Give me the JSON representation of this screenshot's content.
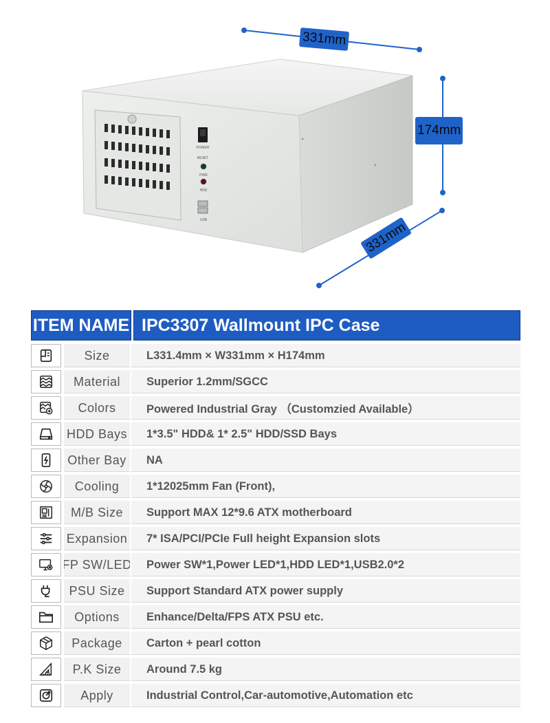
{
  "dimensions": {
    "width_label": "331mm",
    "height_label": "174mm",
    "depth_label": "331mm"
  },
  "case_panel": {
    "power_label": "POWER",
    "reset_label": "RESET",
    "pwr_label": "PWR",
    "hdd_label": "HDD",
    "usb_label": "USB"
  },
  "colors": {
    "header_blue": "#1f5cc2",
    "dimension_blue": "#1f63c9",
    "case_gray": "#e7e9e6"
  },
  "table": {
    "header": {
      "item_name": "ITEM NAME",
      "product": "IPC3307 Wallmount IPC Case"
    },
    "rows": [
      {
        "icon": "size-icon",
        "label": "Size",
        "value": "L331.4mm × W331mm × H174mm"
      },
      {
        "icon": "material-icon",
        "label": "Material",
        "value": "Superior 1.2mm/SGCC"
      },
      {
        "icon": "colors-icon",
        "label": "Colors",
        "value": "Powered Industrial Gray （Customzied Available）"
      },
      {
        "icon": "hdd-icon",
        "label": "HDD Bays",
        "value": "1*3.5\" HDD& 1* 2.5\" HDD/SSD Bays"
      },
      {
        "icon": "other-bay-icon",
        "label": "Other Bay",
        "value": "NA"
      },
      {
        "icon": "fan-icon",
        "label": "Cooling",
        "value": "1*12025mm Fan (Front),"
      },
      {
        "icon": "motherboard-icon",
        "label": "M/B Size",
        "value": "Support MAX 12*9.6 ATX motherboard"
      },
      {
        "icon": "sliders-icon",
        "label": "Expansion",
        "value": "7* ISA/PCI/PCIe Full height Expansion slots"
      },
      {
        "icon": "monitor-gear-icon",
        "label": "FP SW/LED",
        "value": "Power SW*1,Power LED*1,HDD LED*1,USB2.0*2"
      },
      {
        "icon": "plug-icon",
        "label": "PSU Size",
        "value": "Support Standard ATX power supply"
      },
      {
        "icon": "folder-icon",
        "label": "Options",
        "value": "Enhance/Delta/FPS ATX PSU etc."
      },
      {
        "icon": "package-icon",
        "label": "Package",
        "value": "Carton + pearl cotton"
      },
      {
        "icon": "ruler-triangle-icon",
        "label": "P.K Size",
        "value": "Around 7.5 kg"
      },
      {
        "icon": "target-icon",
        "label": "Apply",
        "value": "Industrial Control,Car-automotive,Automation etc"
      }
    ]
  }
}
